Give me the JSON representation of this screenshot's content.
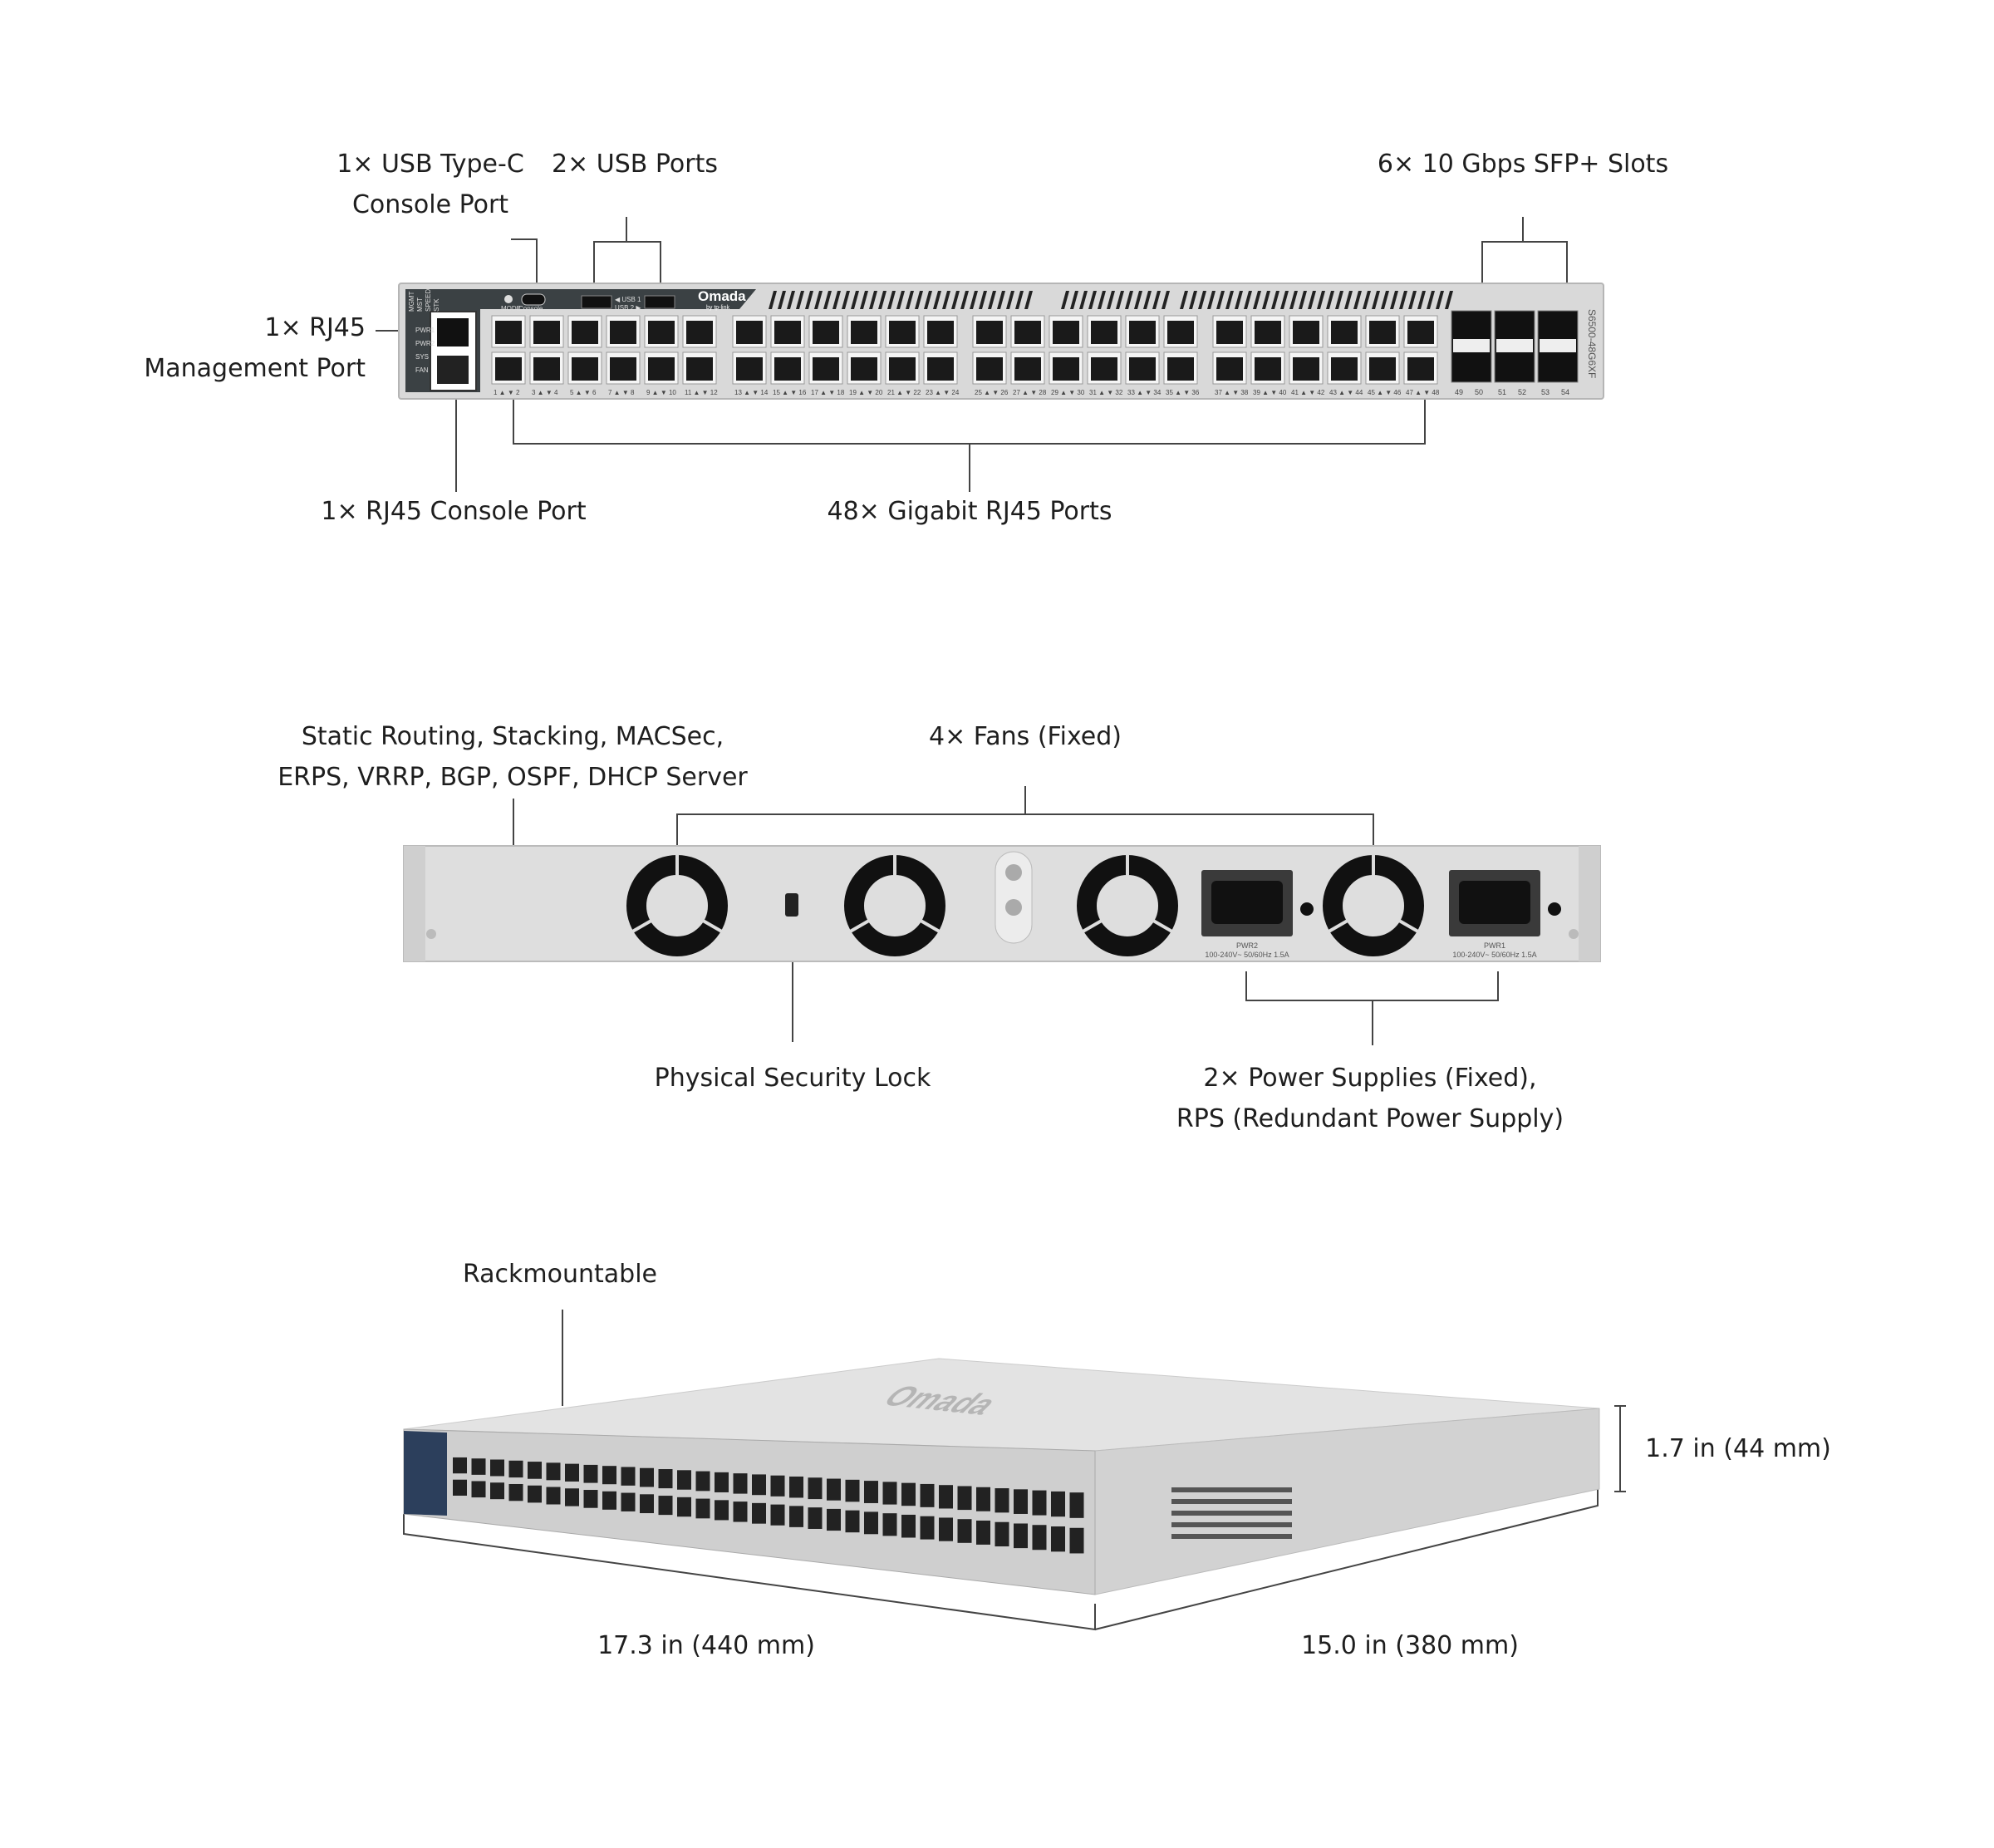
{
  "callouts": {
    "usb_c": [
      "1× USB Type-C",
      "Console Port"
    ],
    "usb": "2× USB Ports",
    "sfp": "6× 10 Gbps SFP+ Slots",
    "mgmt": [
      "1× RJ45",
      "Management Port"
    ],
    "console": "1× RJ45 Console Port",
    "rj45": "48× Gigabit RJ45 Ports",
    "features": [
      "Static Routing, Stacking, MACSec,",
      "ERPS, VRRP, BGP, OSPF, DHCP Server"
    ],
    "fans": "4× Fans (Fixed)",
    "lock": "Physical Security Lock",
    "power": [
      "2× Power Supplies (Fixed),",
      "RPS (Redundant Power Supply)"
    ],
    "rack": "Rackmountable",
    "height": "1.7 in (44 mm)",
    "width": "17.3 in (440 mm)",
    "depth": "15.0 in (380 mm)"
  },
  "front_panel": {
    "brand": "Omada",
    "brand_sub": "by tp-link",
    "model": "S6500-48G6XF",
    "status_leds": [
      "MGMT",
      "MST",
      "SPEED",
      "STK"
    ],
    "mode_label": "MODE",
    "console_label": "Console",
    "usb1_label": "◀ USB 1",
    "usb2_label": "USB 2 ▶",
    "power_leds": [
      "PWR1",
      "PWR2",
      "SYS",
      "FAN"
    ],
    "rj45_port_count": 48,
    "sfp_port_labels": [
      "49",
      "50",
      "51",
      "52",
      "53",
      "54"
    ]
  },
  "back_panel": {
    "psu": [
      {
        "name": "PWR2",
        "rating": "100-240V~ 50/60Hz 1.5A"
      },
      {
        "name": "PWR1",
        "rating": "100-240V~ 50/60Hz 1.5A"
      }
    ]
  },
  "colors": {
    "chassis": "#dcdcdc",
    "bezel": "#3a3f42",
    "port": "#1a1a1a",
    "line": "#444444"
  }
}
